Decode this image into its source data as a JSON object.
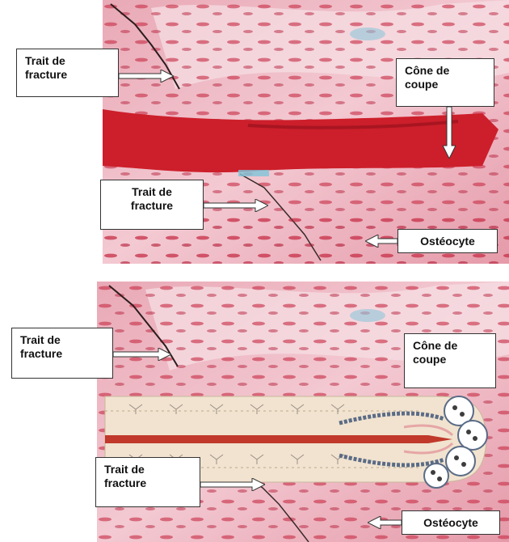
{
  "labels": {
    "trait_fracture": [
      "Trait de",
      "fracture"
    ],
    "cone_coupe": [
      "Cône de",
      "coupe"
    ],
    "osteocyte": "Ostéocyte"
  },
  "colors": {
    "tissue_pink": "#e8a7b4",
    "tissue_red": "#c81d2a",
    "canal_beige": "#f1e3cf",
    "vessel_red": "#c0392b",
    "cell_border": "#5a6b86"
  }
}
